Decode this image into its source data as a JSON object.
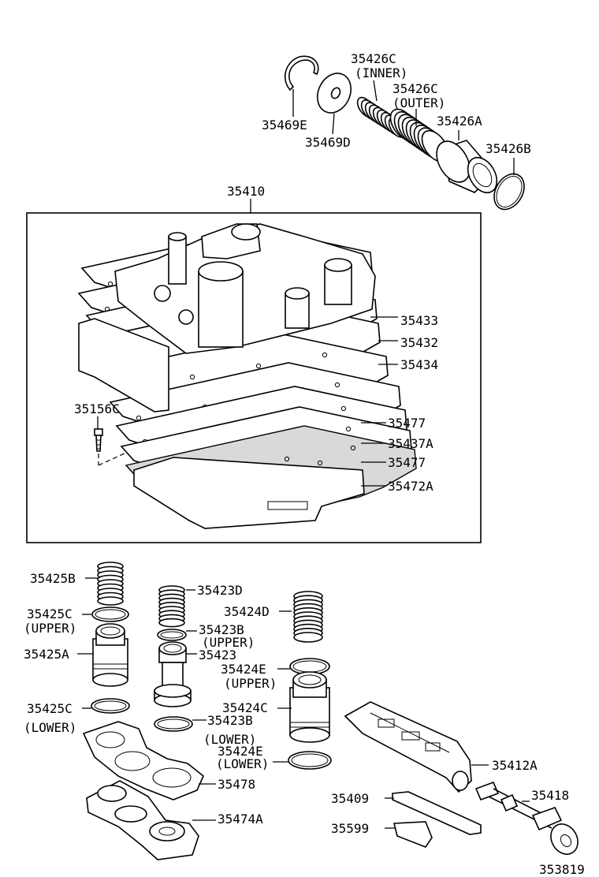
{
  "diagram": {
    "ref_code": "353819",
    "assembly_label": "35410",
    "labels": {
      "p35426c_inner": [
        "35426C",
        "(INNER)"
      ],
      "p35426c_outer": [
        "35426C",
        "(OUTER)"
      ],
      "p35426a": "35426A",
      "p35469e": "35469E",
      "p35469d": "35469D",
      "p35426b": "35426B",
      "p35433": "35433",
      "p35432": "35432",
      "p35434": "35434",
      "p35156c": "35156C",
      "p35477a": "35477",
      "p35437a": "35437A",
      "p35477b": "35477",
      "p35472a": "35472A",
      "p35425b": "35425B",
      "p35425c_upper": [
        "35425C",
        "(UPPER)"
      ],
      "p35425a": "35425A",
      "p35425c_lower": [
        "35425C",
        "(LOWER)"
      ],
      "p35423d": "35423D",
      "p35423b_upper": [
        "35423B",
        "(UPPER)"
      ],
      "p35423": "35423",
      "p35423b_lower": [
        "35423B",
        "(LOWER)"
      ],
      "p35424d": "35424D",
      "p35424e_upper": [
        "35424E",
        "(UPPER)"
      ],
      "p35424c": "35424C",
      "p35424e_lower": [
        "35424E",
        "(LOWER)"
      ],
      "p35478": "35478",
      "p35474a": "35474A",
      "p35412a": "35412A",
      "p35409": "35409",
      "p35599": "35599",
      "p35418": "35418"
    }
  }
}
